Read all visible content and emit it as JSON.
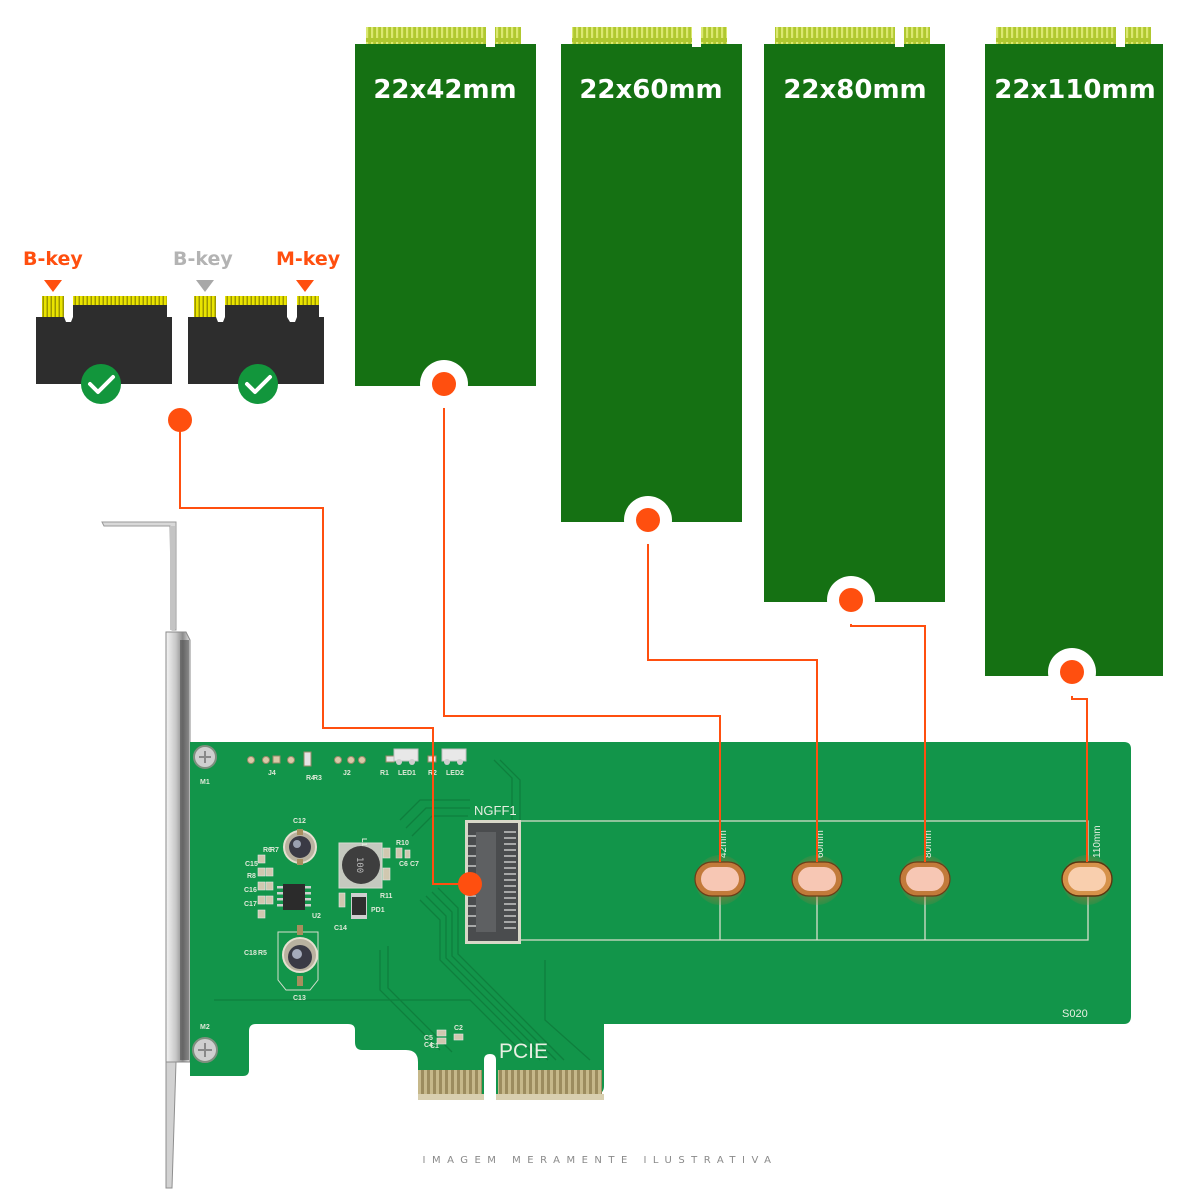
{
  "key_types": {
    "b_key_left": "B-key",
    "b_key_right": "B-key",
    "m_key": "M-key",
    "compatibility": [
      "check-icon",
      "check-icon"
    ]
  },
  "ssd_modules": [
    {
      "size": "22x42mm"
    },
    {
      "size": "22x60mm"
    },
    {
      "size": "22x80mm"
    },
    {
      "size": "22x110mm"
    }
  ],
  "board": {
    "slot_label": "NGFF1",
    "interface_label": "PCIE",
    "board_code": "S020",
    "mount_labels": [
      "42mm",
      "60mm",
      "80mm",
      "110mm"
    ],
    "silkscreen": {
      "m1": "M1",
      "m2": "M2",
      "j4": "J4",
      "j2": "J2",
      "r4": "R4",
      "r3": "R3",
      "r1": "R1",
      "led1": "LED1",
      "r2": "R2",
      "led2": "LED2",
      "c12": "C12",
      "c13": "C13",
      "l1": "L1",
      "r10": "R10",
      "c6": "C6",
      "c7": "C7",
      "c15": "C15",
      "r6": "R6",
      "r7": "R7",
      "r8": "R8",
      "c16": "C16",
      "c17": "C17",
      "c18": "C18",
      "r5": "R5",
      "u2": "U2",
      "c14": "C14",
      "pd1": "PD1",
      "r11": "R11",
      "c1": "C1",
      "c2": "C2",
      "c4": "C4",
      "c5": "C5",
      "inductor_code": "100"
    }
  },
  "colors": {
    "accent": "#ff4f0f",
    "ssd_green": "#157113",
    "pcb_green": "#12954a",
    "check_green": "#12963c",
    "chip_dark": "#2d2d2d",
    "contacts_yellow": "#e9e400"
  },
  "footer": "IMAGEM MERAMENTE ILUSTRATIVA"
}
